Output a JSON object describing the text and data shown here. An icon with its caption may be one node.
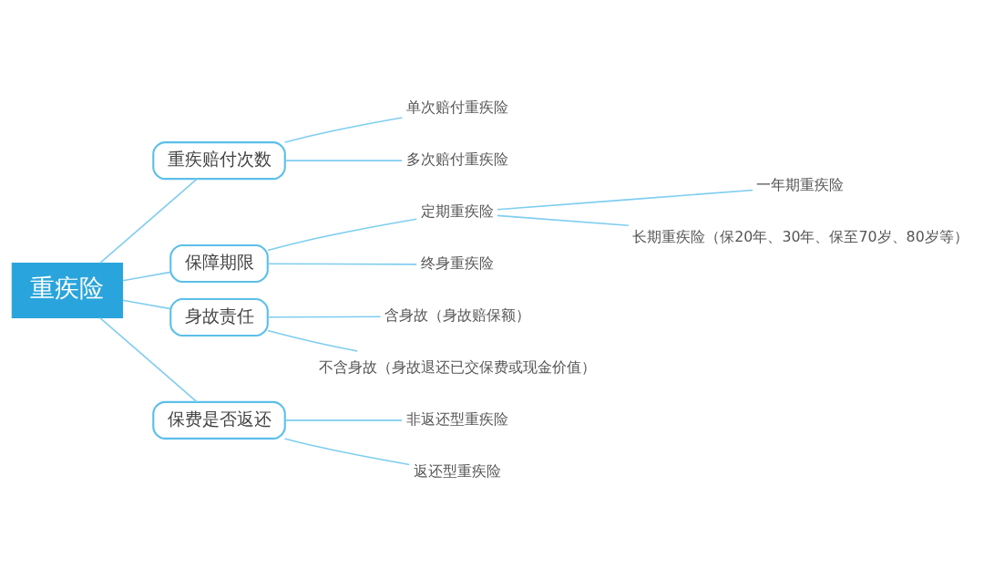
{
  "diagram": {
    "nodes": [
      {
        "text": [
          "重疾险"
        ]
      },
      {
        "text": [
          "重疾赔付次数"
        ]
      },
      {
        "text": [
          "单次赔付重疾险"
        ]
      },
      {
        "text": [
          "多次赔付重疾险"
        ]
      },
      {
        "text": [
          "保障期限"
        ]
      },
      {
        "text": [
          "定期重疾险"
        ]
      },
      {
        "text": [
          "一年期重疾险"
        ]
      },
      {
        "text": [
          "长期重疾险（保20年、30年、保至70岁、80岁等）"
        ]
      },
      {
        "text": [
          "终身重疾险"
        ]
      },
      {
        "text": [
          "身故责任"
        ]
      },
      {
        "text": [
          "含身故（身故赔保额）"
        ]
      },
      {
        "text": [
          "不含身故（身故退还已交保费或现金价值）"
        ]
      },
      {
        "text": [
          "保费是否返还"
        ]
      },
      {
        "text": [
          "非返还型重疾险"
        ]
      },
      {
        "text": [
          "返还型重疾险"
        ]
      }
    ],
    "edges": [
      {
        "from": 0,
        "to": 1,
        "arrow": "none"
      },
      {
        "from": 0,
        "to": 4,
        "arrow": "none"
      },
      {
        "from": 0,
        "to": 9,
        "arrow": "none"
      },
      {
        "from": 0,
        "to": 12,
        "arrow": "none"
      },
      {
        "from": 1,
        "to": 2,
        "arrow": "none"
      },
      {
        "from": 1,
        "to": 3,
        "arrow": "none"
      },
      {
        "from": 4,
        "to": 5,
        "arrow": "none"
      },
      {
        "from": 4,
        "to": 8,
        "arrow": "none"
      },
      {
        "from": 5,
        "to": 6,
        "arrow": "none"
      },
      {
        "from": 5,
        "to": 7,
        "arrow": "none"
      },
      {
        "from": 9,
        "to": 10,
        "arrow": "none"
      },
      {
        "from": 9,
        "to": 11,
        "arrow": "none"
      },
      {
        "from": 12,
        "to": 13,
        "arrow": "none"
      },
      {
        "from": 12,
        "to": 14,
        "arrow": "none"
      }
    ]
  }
}
